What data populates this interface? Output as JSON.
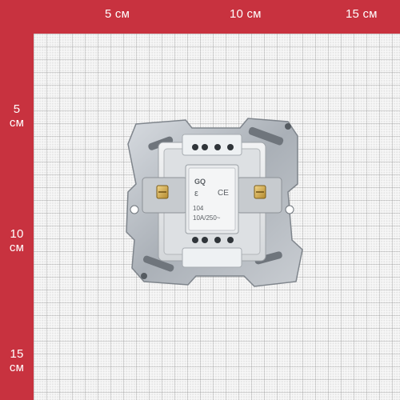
{
  "ruler": {
    "top_labels": [
      "5 см",
      "10 см",
      "15 см"
    ],
    "left_labels": [
      {
        "num": "5",
        "unit": "см"
      },
      {
        "num": "10",
        "unit": "см"
      },
      {
        "num": "15",
        "unit": "см"
      }
    ]
  },
  "device": {
    "name": "wall switch mechanism",
    "markings": [
      "104",
      "10A/250~"
    ],
    "logo_text": "GQ",
    "mark_e": "ε",
    "mark_ce": "CE"
  },
  "colors": {
    "ruler_red": "#c8323f",
    "grid_bg": "#f7f7f7",
    "metal": "#b9bec4",
    "plastic": "#e6e8ea"
  }
}
